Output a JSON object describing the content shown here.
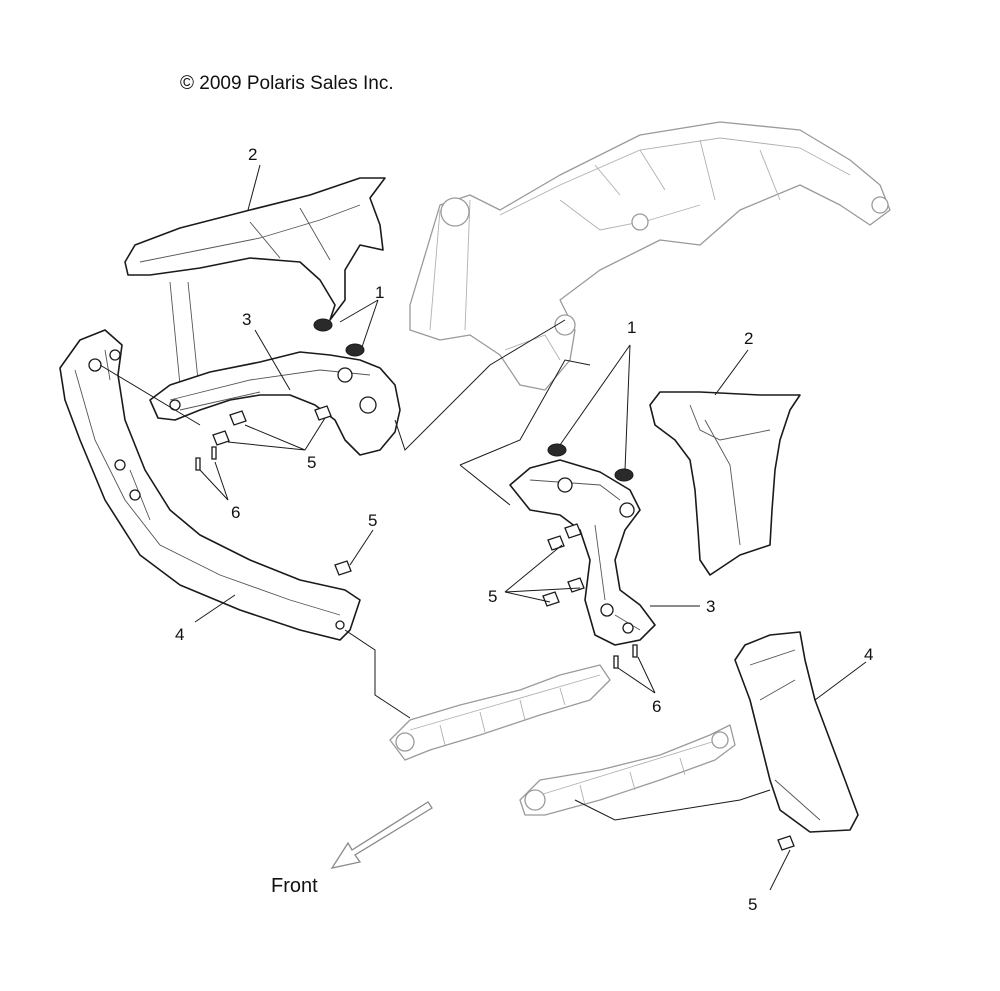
{
  "copyright": "© 2009 Polaris Sales Inc.",
  "front_label": "Front",
  "callouts": {
    "c1_left": "1",
    "c2_left": "2",
    "c3_left": "3",
    "c4_left": "4",
    "c5_left_group": "5",
    "c5_left_single": "5",
    "c6_left": "6",
    "c1_right": "1",
    "c2_right": "2",
    "c3_right": "3",
    "c4_right": "4",
    "c5_right_group": "5",
    "c5_right_single": "5",
    "c6_right": "6"
  }
}
